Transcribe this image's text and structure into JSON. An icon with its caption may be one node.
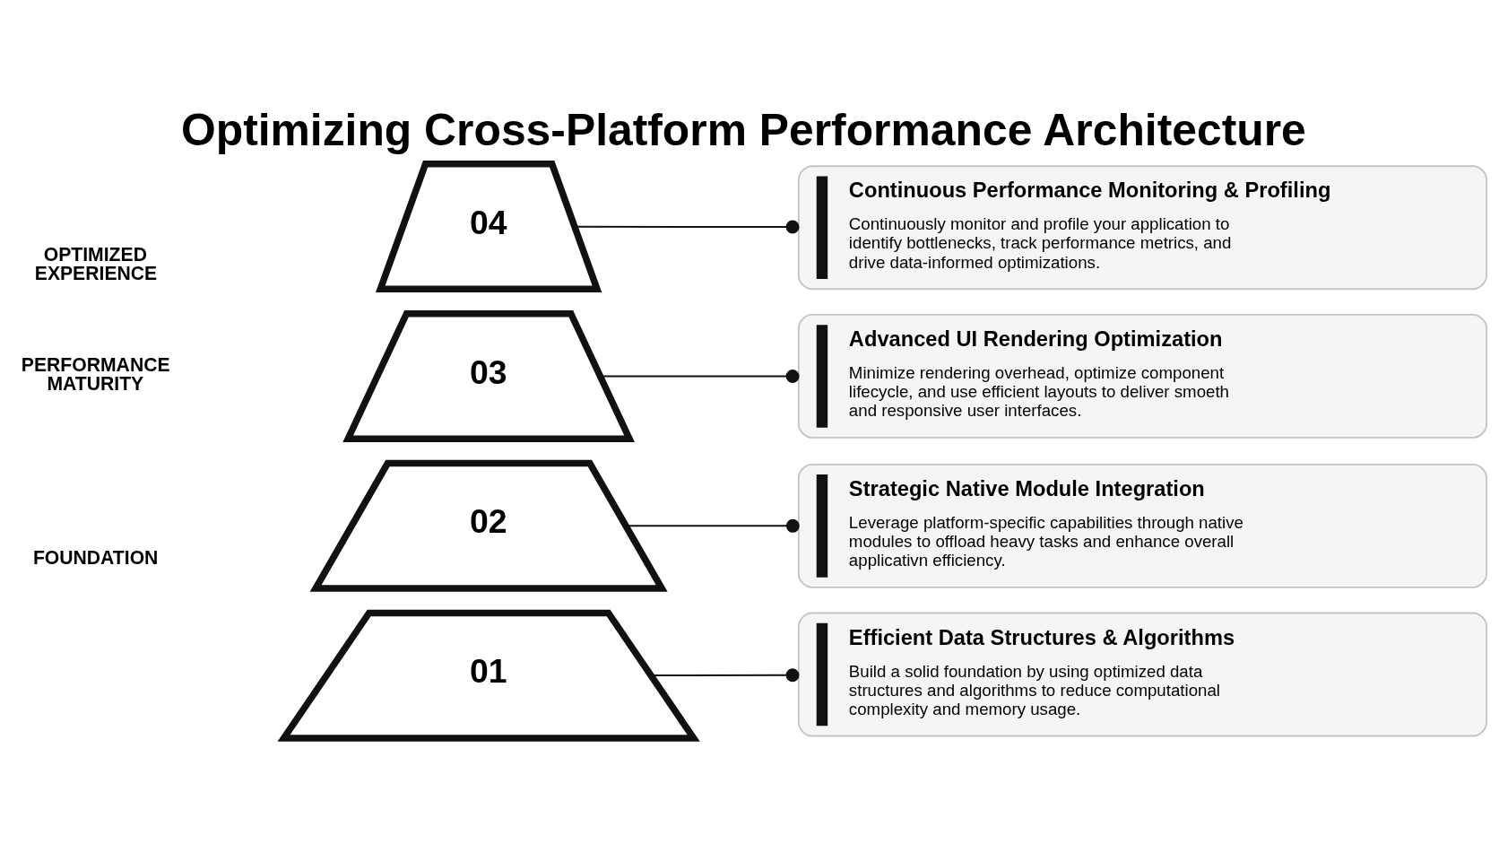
{
  "diagram": {
    "title": "Optimizing Cross-Platform Performance Architecture",
    "nodes": [
      {
        "text": [
          "04"
        ]
      },
      {
        "text": [
          "03"
        ]
      },
      {
        "text": [
          "02"
        ]
      },
      {
        "text": [
          "01"
        ]
      },
      {
        "text": [
          "Continuous Performance Monitoring & Profiling",
          "Continuously monitor and profile your application to identify bottlenecks, track performance metrics, and drive data-informed optimizations."
        ]
      },
      {
        "text": [
          "Advanced UI Rendering Optimization",
          "Minimize rendering overhead, optimize component lifecycle, and use efficient layouts to deliver smoeth and responsive user interfaces."
        ]
      },
      {
        "text": [
          "Strategic Native Module Integration",
          "Leverage platform-specific capabilities through native modules to offload heavy tasks and enhance overall applicativn efficiency."
        ]
      },
      {
        "text": [
          "Efficient Data Structures & Algorithms",
          "Build a solid foundation by using optimized data structures and algorithms to reduce computational complexity and memory usage."
        ]
      }
    ],
    "edges": [
      {
        "from": 0,
        "to": 4,
        "arrow": "other"
      },
      {
        "from": 1,
        "to": 5,
        "arrow": "other"
      },
      {
        "from": 2,
        "to": 6,
        "arrow": "other"
      },
      {
        "from": 3,
        "to": 7,
        "arrow": "other"
      }
    ],
    "labels": [
      "OPTIMIZED EXPERIENCE",
      "PERFORMANCE MATURITY",
      "FOUNDATION"
    ]
  }
}
